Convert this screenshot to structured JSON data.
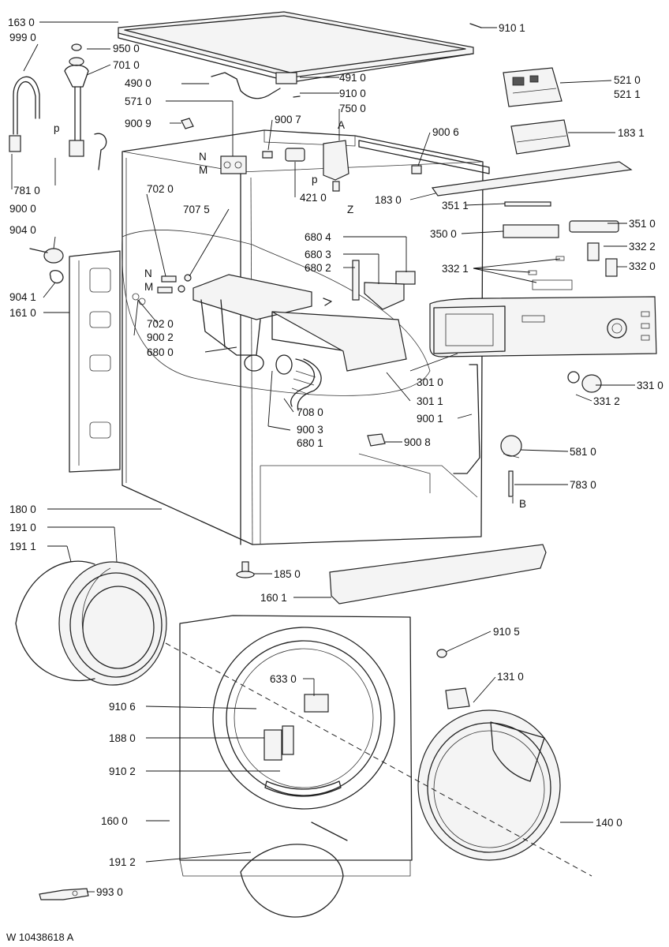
{
  "drawing_ref": "W 10438618 A",
  "callouts": {
    "c1630": "163 0",
    "c9101": "910 1",
    "c9990": "999 0",
    "c9500": "950 0",
    "c7010": "701 0",
    "c4900": "490 0",
    "c4910": "491 0",
    "c5210": "521 0",
    "c5211": "521 1",
    "c9100": "910 0",
    "c5710": "571 0",
    "c7500": "750 0",
    "c9009": "900 9",
    "c9007": "900 7",
    "c9006": "900 6",
    "c1831": "183 1",
    "c7810": "781 0",
    "c9000": "900 0",
    "c1830": "183 0",
    "c3511": "351 1",
    "c7020a": "702 0",
    "c7075": "707 5",
    "c4210": "421 0",
    "c9040": "904 0",
    "c3510": "351 0",
    "c6804": "680 4",
    "c3500": "350 0",
    "c6803": "680 3",
    "c3322": "332 2",
    "c6802": "680 2",
    "c3321": "332 1",
    "c3320": "332 0",
    "c9041": "904 1",
    "c1610": "161 0",
    "c7020b": "702 0",
    "c9002": "900 2",
    "c6800": "680 0",
    "c3010": "301 0",
    "c3310": "331 0",
    "c3011": "301 1",
    "c3312": "331 2",
    "c7080": "708 0",
    "c9001": "900 1",
    "c9003": "900 3",
    "c6801": "680 1",
    "c9008": "900 8",
    "c5810": "581 0",
    "c7830": "783 0",
    "c1800": "180 0",
    "c1910": "191 0",
    "c1911": "191 1",
    "c1850": "185 0",
    "c1601": "160 1",
    "c9105": "910 5",
    "c1310": "131 0",
    "c6330": "633 0",
    "c9106": "910 6",
    "c1880": "188 0",
    "c9102": "910 2",
    "c1600": "160 0",
    "c1400": "140 0",
    "c1912": "191 2",
    "c9930": "993 0"
  },
  "letters": {
    "p1": "p",
    "p2": "p",
    "A": "A",
    "Z": "Z",
    "B": "B",
    "N1": "N",
    "M1": "M",
    "N2": "N",
    "M2": "M"
  }
}
